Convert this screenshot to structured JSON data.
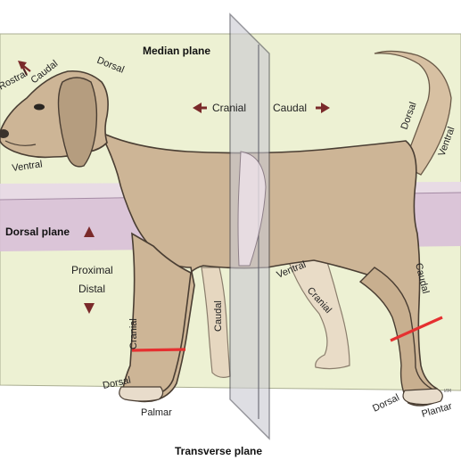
{
  "labels": {
    "median_plane": "Median plane",
    "dorsal_plane": "Dorsal plane",
    "transverse_plane": "Transverse plane",
    "rostral": "Rostral",
    "caudal_head": "Caudal",
    "dorsal_head": "Dorsal",
    "ventral_head": "Ventral",
    "cranial_arrow": "Cranial",
    "caudal_arrow": "Caudal",
    "dorsal_tail": "Dorsal",
    "ventral_tail": "Ventral",
    "proximal": "Proximal",
    "distal": "Distal",
    "cranial_foreleg": "Cranial",
    "caudal_foreleg": "Caudal",
    "dorsal_forepaw": "Dorsal",
    "palmar": "Palmar",
    "ventral_hind": "Ventral",
    "cranial_hind": "Cranial",
    "caudal_hindleg": "Caudal",
    "dorsal_hindpaw": "Dorsal",
    "plantar": "Plantar",
    "signature": "ИМ"
  },
  "colors": {
    "median_plane": "#edf1d3",
    "dorsal_plane": "#d8c0d8",
    "transverse_plane": "#c9c9d2",
    "dog_body": "#cdb596",
    "dog_shadow": "#b59d7f",
    "dog_outline": "#4a3e33",
    "arrow": "#7a2a2a",
    "level_line": "#e53030"
  }
}
